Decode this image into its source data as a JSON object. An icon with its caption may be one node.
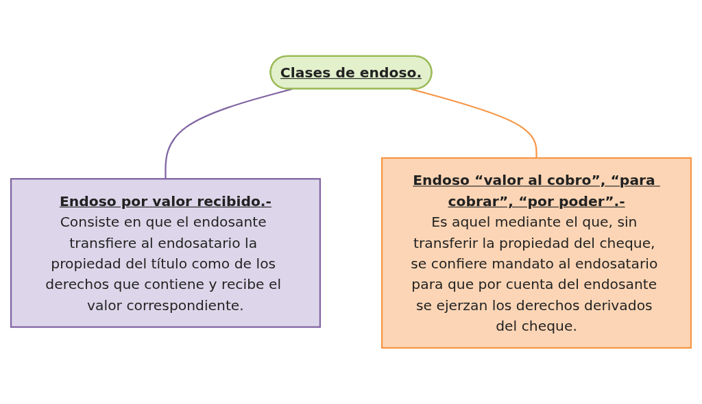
{
  "diagram": {
    "nodes": [
      {
        "text": [
          "Clases de endoso."
        ]
      },
      {
        "text": [
          "Endoso por valor recibido.-",
          "Consiste en que el endosante transfiere al endosatario la propiedad del título como de los derechos que contiene y recibe el valor correspondiente."
        ]
      },
      {
        "text": [
          "Endoso “valor al cobro”, “para cobrar”, “por poder”.-",
          "Es aquel mediante el que, sin transferir la propiedad del cheque, se confiere mandato al endosatario para que por cuenta del endosante se ejerzan los derechos derivados del cheque."
        ]
      }
    ],
    "edges": [
      {
        "from": 0,
        "to": 1,
        "arrow": "none",
        "color": "#8064a2"
      },
      {
        "from": 0,
        "to": 2,
        "arrow": "none",
        "color": "#f79646"
      }
    ]
  }
}
